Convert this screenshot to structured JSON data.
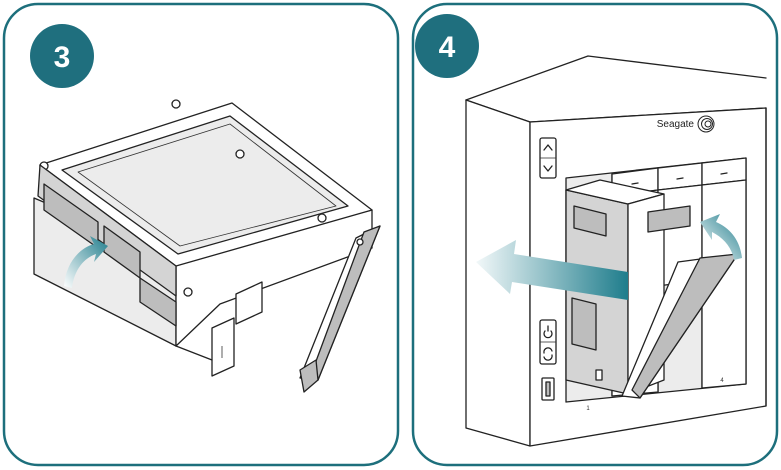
{
  "steps": [
    {
      "number": "3"
    },
    {
      "number": "4"
    }
  ],
  "device": {
    "brand": "Seagate",
    "bay_numbers": [
      "1",
      "4"
    ]
  },
  "colors": {
    "frame": "#1d6f7c",
    "badge": "#1f6f7e",
    "arrow_light": "#e4f1f3",
    "arrow_dark": "#1f7d8c"
  }
}
